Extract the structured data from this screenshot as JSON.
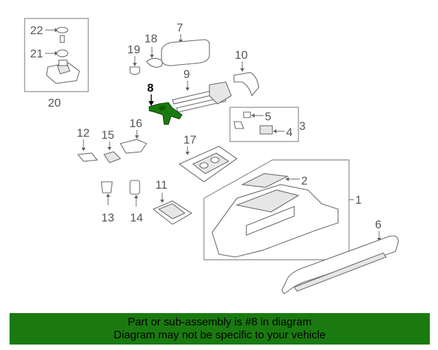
{
  "callouts": {
    "c1": "1",
    "c2": "2",
    "c3": "3",
    "c4": "4",
    "c5": "5",
    "c6": "6",
    "c7": "7",
    "c8": "8",
    "c9": "9",
    "c10": "10",
    "c11": "11",
    "c12": "12",
    "c13": "13",
    "c14": "14",
    "c15": "15",
    "c16": "16",
    "c17": "17",
    "c18": "18",
    "c19": "19",
    "c20": "20",
    "c21": "21",
    "c22": "22"
  },
  "highlight": {
    "part": "8",
    "color": "#1a7a10"
  },
  "banner": {
    "line1": "Part or sub-assembly is #8 in diagram",
    "line2": "Diagram may not be specific to your vehicle",
    "background": "#1a7a10"
  }
}
